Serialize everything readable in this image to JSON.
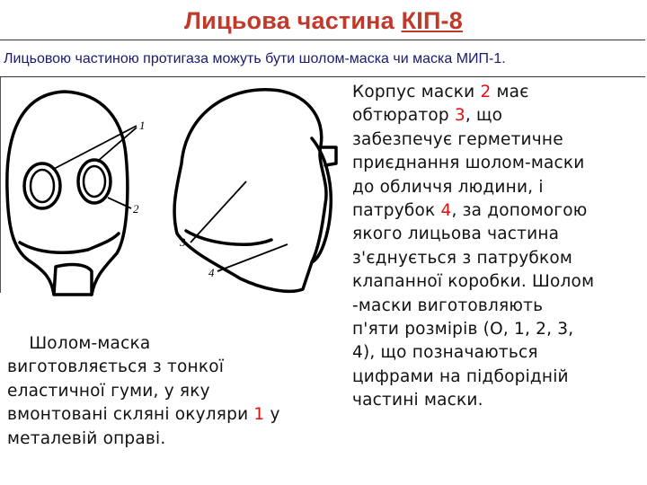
{
  "title": {
    "prefix": "Лицьова частина ",
    "code": "КІП-8"
  },
  "intro": "Лицьовою частиною протигаза можуть бути  шолом-маска чи маска МИП-1.",
  "figure_labels": {
    "label_1": "1",
    "label_2": "2",
    "label_3": "3",
    "label_4": "4"
  },
  "right_text": {
    "l1a": "Корпус маски ",
    "l1n": "2",
    "l1b": " має",
    "l2a": "обтюратор ",
    "l2n": "3",
    "l2b": ", що",
    "l3": "забезпечує герметичне",
    "l4": "приєднання  шолом-маски",
    "l5": "до обличчя людини, і",
    "l6a": "патрубок ",
    "l6n": "4",
    "l6b": ", за допомогою",
    "l7": "якого лицьова частина",
    "l8": "з'єднується з патрубком",
    "l9": "клапанної коробки. Шолом",
    "l10": "-маски виготовляють",
    "l11": "п'яти розмірів (О, 1, 2, 3,",
    "l12": "4), що позначаються",
    "l13": "цифрами на підборідній",
    "l14": "частині маски."
  },
  "left_text": {
    "l1": "    Шолом-маска",
    "l2": "виготовляється з тонкої",
    "l3": "еластичної гуми, у яку",
    "l4a": "вмонтовані скляні окуляри ",
    "l4n": "1",
    "l4b": " у",
    "l5": "металевій оправі."
  },
  "colors": {
    "title": "#c0392b",
    "highlight": "#e01010",
    "intro": "#1a1a6e"
  }
}
